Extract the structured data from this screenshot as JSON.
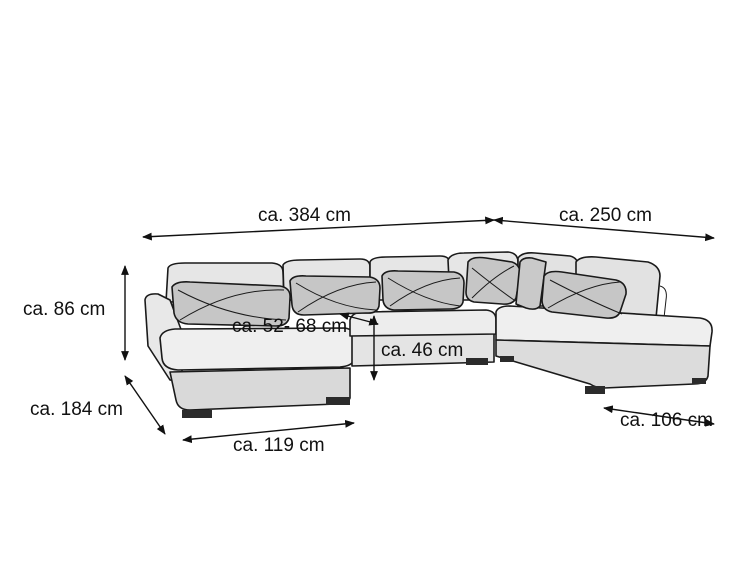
{
  "image": {
    "subject": "sofa-dimension-drawing",
    "colors": {
      "upholstery": "#ececec",
      "shade": "#d6d6d6",
      "pillow": "#c4c4c4",
      "outline": "#1a1a1a",
      "feet": "#2b2b2b"
    }
  },
  "dimensions": {
    "total_width_left": "ca. 384 cm",
    "total_width_right": "ca. 250 cm",
    "height": "ca. 86 cm",
    "depth_left": "ca. 184 cm",
    "chaise_width": "ca. 119 cm",
    "seat_depth": "ca. 52- 68 cm",
    "seat_height": "ca. 46 cm",
    "depth_right": "ca. 106 cm"
  }
}
